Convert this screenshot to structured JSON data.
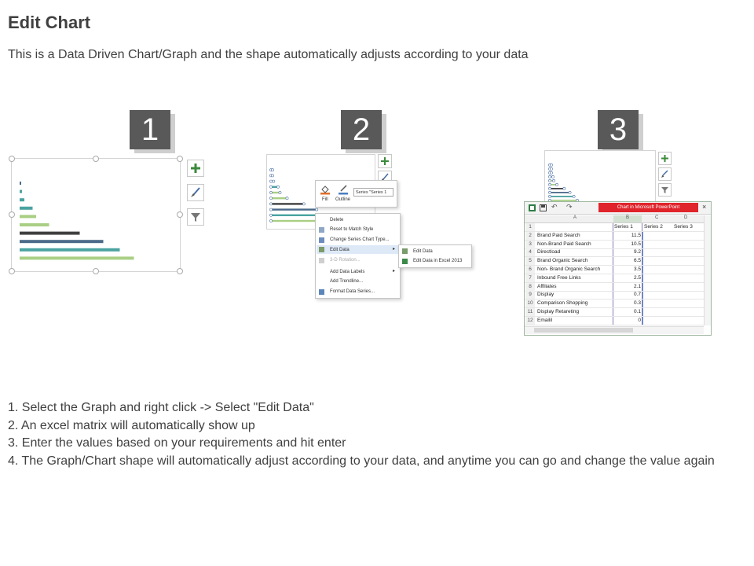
{
  "page": {
    "title": "Edit Chart",
    "subtitle": "This is a Data Driven Chart/Graph and the shape automatically adjusts according to your data"
  },
  "steps": [
    {
      "number": "1"
    },
    {
      "number": "2"
    },
    {
      "number": "3"
    }
  ],
  "side_buttons": [
    "plus-icon",
    "brush-icon",
    "filter-icon"
  ],
  "colors": {
    "step_badge": "#595959",
    "bar_teal": "#4aa3a0",
    "bar_green": "#a9cf84",
    "bar_dark": "#3f3f3f",
    "bar_slate": "#4b6a8a",
    "excel_title_red": "#e0242b"
  },
  "chart_preview": {
    "bar_levels": [
      0.01,
      0.02,
      0.04,
      0.11,
      0.14,
      0.25,
      0.51,
      0.71,
      0.85,
      0.97
    ],
    "bar_colors": [
      "#4b6a8a",
      "#4aa3a0",
      "#4aa3a0",
      "#4aa3a0",
      "#a9cf84",
      "#a9cf84",
      "#3f3f3f",
      "#4b6a8a",
      "#4aa3a0",
      "#a9cf84",
      "#a9cf84"
    ]
  },
  "context_menu": {
    "fill_label": "Fill",
    "outline_label": "Outline",
    "series_dropdown": "Series \"Series 1",
    "items": [
      "Delete",
      "Reset to Match Style",
      "Change Series Chart Type...",
      "Edit Data",
      "3-D Rotation...",
      "Add Data Labels",
      "Add Trendline...",
      "Format Data Series..."
    ],
    "submenu": [
      "Edit Data",
      "Edit Data in Excel 2013"
    ]
  },
  "excel": {
    "window_title": "Chart in Microsoft PowerPoint",
    "columns": [
      "A",
      "B",
      "C",
      "D"
    ],
    "headers": [
      "",
      "Series 1",
      "Series 2",
      "Series 3"
    ],
    "rows": [
      {
        "num": "1",
        "name": "",
        "value": ""
      },
      {
        "num": "2",
        "name": "Brand Paid Search",
        "value": "11.5"
      },
      {
        "num": "3",
        "name": "Non-Brand Paid Search",
        "value": "10.5"
      },
      {
        "num": "4",
        "name": "Directload",
        "value": "9.2"
      },
      {
        "num": "5",
        "name": "Brand Organic Search",
        "value": "6.5"
      },
      {
        "num": "6",
        "name": "Non- Brand Organic Search",
        "value": "3.5"
      },
      {
        "num": "7",
        "name": "Inbound Free Links",
        "value": "2.5"
      },
      {
        "num": "8",
        "name": "Affiliates",
        "value": "2.1"
      },
      {
        "num": "9",
        "name": "Display",
        "value": "0.7"
      },
      {
        "num": "10",
        "name": "Comparison Shopping",
        "value": "0.3"
      },
      {
        "num": "11",
        "name": "Display Retareting",
        "value": "0.1"
      },
      {
        "num": "12",
        "name": "Emailil",
        "value": "0"
      }
    ]
  },
  "instructions": [
    "1. Select the Graph and right click -> Select \"Edit Data\"",
    "2. An excel matrix will automatically show up",
    "3. Enter the values based on your requirements and hit enter",
    "4. The Graph/Chart shape will automatically adjust according to your data, and anytime you can go and change the value again"
  ]
}
